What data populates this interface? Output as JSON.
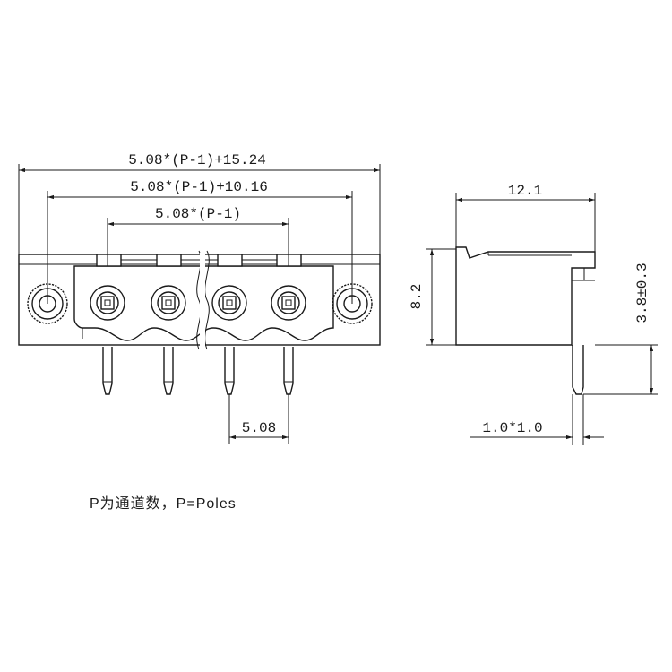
{
  "dimensions": {
    "overall_width": "5.08*(P-1)+15.24",
    "mount_hole_span": "5.08*(P-1)+10.16",
    "pin_span": "5.08*(P-1)",
    "pitch": "5.08",
    "side_depth": "12.1",
    "side_height": "8.2",
    "pin_length": "3.8±0.3",
    "pin_section": "1.0*1.0"
  },
  "note": "P为通道数，P=Poles",
  "colors": {
    "line": "#1a1a1a",
    "background": "#ffffff"
  }
}
